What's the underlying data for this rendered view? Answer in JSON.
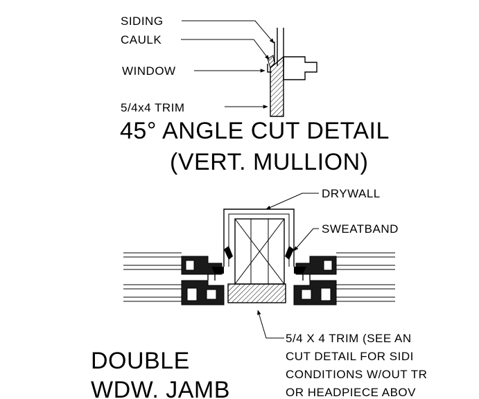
{
  "top_detail": {
    "labels": {
      "siding": "SIDING",
      "caulk": "CAULK",
      "window": "WINDOW",
      "trim": "5/4x4 TRIM"
    },
    "title_line1": "45° ANGLE CUT DETAIL",
    "title_line2": "(VERT. MULLION)"
  },
  "bottom_detail": {
    "labels": {
      "drywall": "DRYWALL",
      "sweatband": "SWEATBAND"
    },
    "note_lines": [
      "5/4 X 4 TRIM (SEE AN",
      "CUT DETAIL FOR SIDI",
      "CONDITIONS W/OUT TR",
      "OR HEADPIECE ABOV"
    ],
    "title_line1": "DOUBLE",
    "title_line2": "WDW. JAMB"
  }
}
